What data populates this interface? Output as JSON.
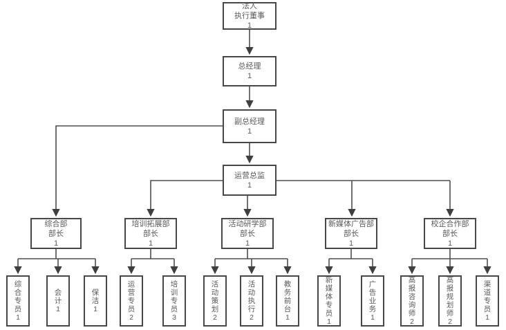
{
  "diagram": {
    "type": "org-chart",
    "nodes": {
      "root": {
        "line1": "法人",
        "line2": "执行董事",
        "count": "1"
      },
      "gm": {
        "line1": "总经理",
        "count": "1"
      },
      "dgm": {
        "line1": "副总经理",
        "count": "1"
      },
      "ops": {
        "line1": "运营总监",
        "count": "1"
      },
      "dept_general": {
        "line1": "综合部",
        "line2": "部长",
        "count": "1"
      },
      "dept_training": {
        "line1": "培训拓展部",
        "line2": "部长",
        "count": "1"
      },
      "dept_activity": {
        "line1": "活动研学部",
        "line2": "部长",
        "count": "1"
      },
      "dept_media": {
        "line1": "新媒体广告部",
        "line2": "部长",
        "count": "1"
      },
      "dept_school": {
        "line1": "校企合作部",
        "line2": "部长",
        "count": "1"
      },
      "leaf_general_specialist": {
        "label": "综合专员",
        "count": "1"
      },
      "leaf_accountant": {
        "label": "会计",
        "count": "1"
      },
      "leaf_cleaner": {
        "label": "保洁",
        "count": "1"
      },
      "leaf_ops_specialist": {
        "label": "运营专员",
        "count": "2"
      },
      "leaf_training_specialist": {
        "label": "培训专员",
        "count": "3"
      },
      "leaf_event_planning": {
        "label": "活动策划",
        "count": "2"
      },
      "leaf_event_execution": {
        "label": "活动执行",
        "count": "2"
      },
      "leaf_front_desk": {
        "label": "教务前台",
        "count": "1"
      },
      "leaf_new_media_specialist": {
        "label": "新媒体专员",
        "count": "1"
      },
      "leaf_ad_business": {
        "label": "广告业务",
        "count": "1"
      },
      "leaf_gaokao_consultant": {
        "label": "高报咨询师",
        "count": "2"
      },
      "leaf_gaokao_planner": {
        "label": "高报规划师",
        "count": "2"
      },
      "leaf_channel_specialist": {
        "label": "渠道专员",
        "count": "1"
      }
    },
    "edges": [
      {
        "from": "root",
        "to": "gm"
      },
      {
        "from": "gm",
        "to": "dgm"
      },
      {
        "from": "dgm",
        "to": "ops"
      },
      {
        "from": "dgm",
        "to": "dept_general"
      },
      {
        "from": "ops",
        "to": "dept_training"
      },
      {
        "from": "ops",
        "to": "dept_activity"
      },
      {
        "from": "ops",
        "to": "dept_media"
      },
      {
        "from": "ops",
        "to": "dept_school"
      },
      {
        "from": "dept_general",
        "to": "leaf_general_specialist"
      },
      {
        "from": "dept_general",
        "to": "leaf_accountant"
      },
      {
        "from": "dept_general",
        "to": "leaf_cleaner"
      },
      {
        "from": "dept_training",
        "to": "leaf_ops_specialist"
      },
      {
        "from": "dept_training",
        "to": "leaf_training_specialist"
      },
      {
        "from": "dept_activity",
        "to": "leaf_event_planning"
      },
      {
        "from": "dept_activity",
        "to": "leaf_event_execution"
      },
      {
        "from": "dept_activity",
        "to": "leaf_front_desk"
      },
      {
        "from": "dept_media",
        "to": "leaf_new_media_specialist"
      },
      {
        "from": "dept_media",
        "to": "leaf_ad_business"
      },
      {
        "from": "dept_school",
        "to": "leaf_gaokao_consultant"
      },
      {
        "from": "dept_school",
        "to": "leaf_gaokao_planner"
      },
      {
        "from": "dept_school",
        "to": "leaf_channel_specialist"
      }
    ],
    "colors": {
      "node_border": "#474747",
      "node_fill": "#ffffff",
      "text": "#595959",
      "connector": "#4d4d4d",
      "background": "#ffffff"
    }
  }
}
